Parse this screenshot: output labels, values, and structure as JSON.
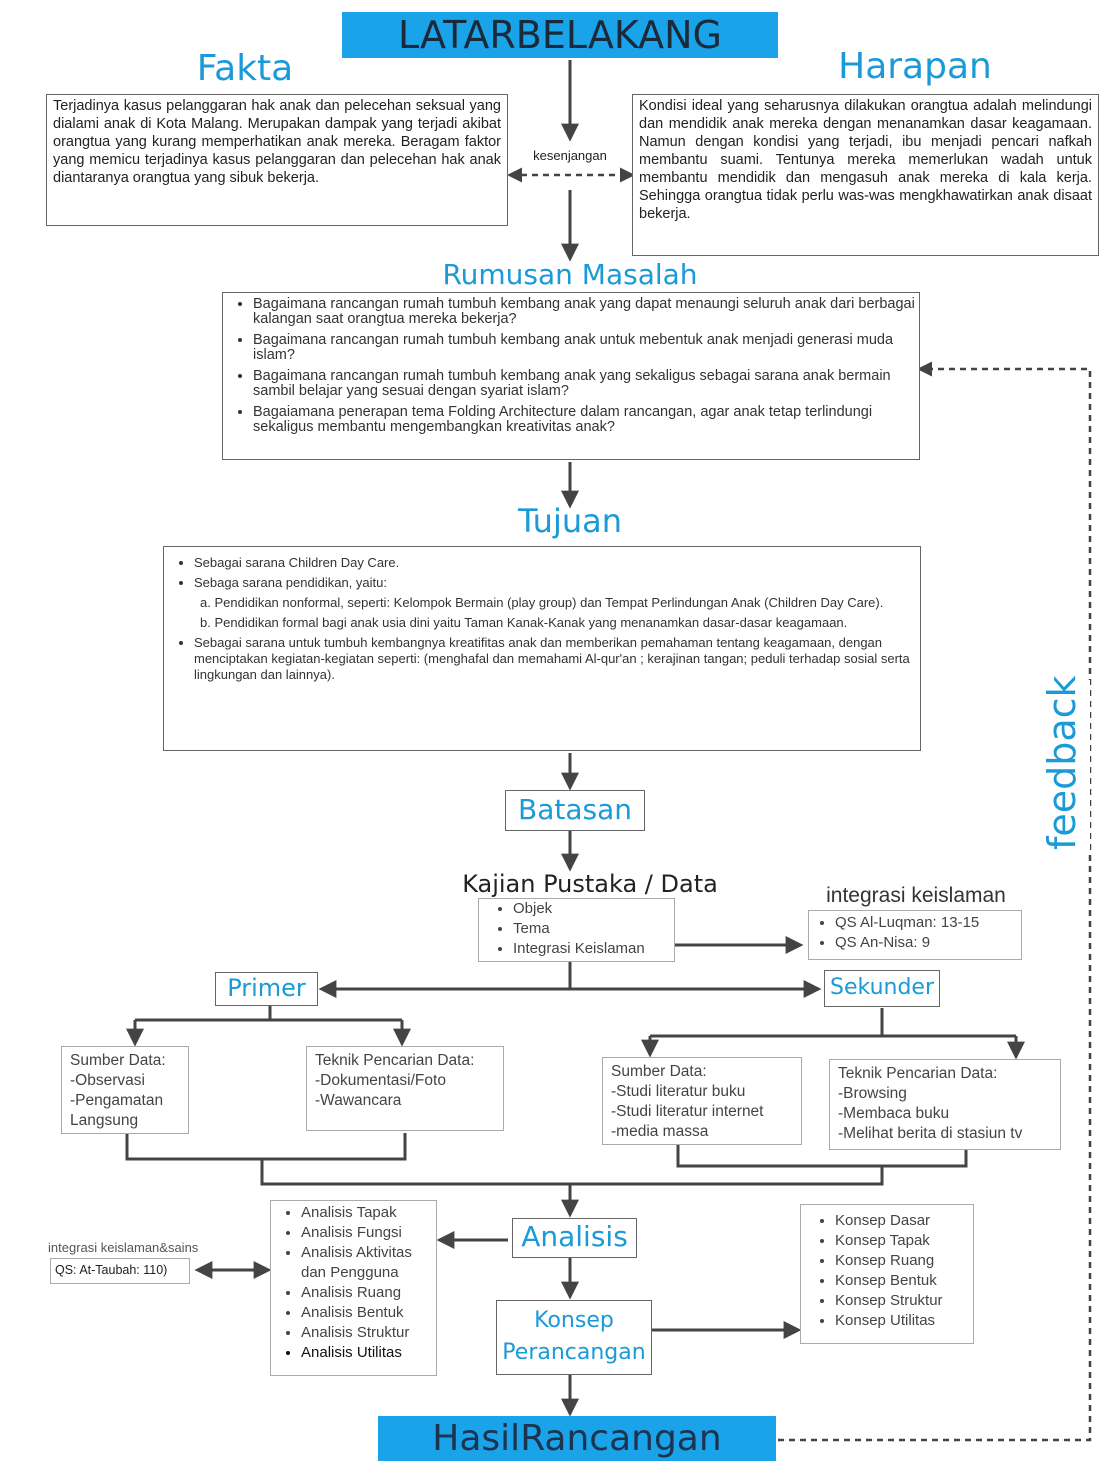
{
  "caption": "",
  "latar_belakang": "LATARBELAKANG",
  "fakta": {
    "title": "Fakta",
    "text": "Terjadinya kasus pelanggaran hak anak dan pelecehan seksual yang dialami anak di Kota Malang. Merupakan dampak yang terjadi akibat orangtua yang kurang memperhatikan anak mereka. Beragam faktor yang memicu terjadinya kasus pelanggaran dan pelecehan hak anak diantaranya orangtua yang sibuk bekerja."
  },
  "harapan": {
    "title": "Harapan",
    "text": "Kondisi ideal yang seharusnya dilakukan orangtua adalah melindungi dan mendidik anak mereka dengan menanamkan dasar keagamaan. Namun dengan kondisi yang terjadi, ibu menjadi pencari nafkah membantu suami. Tentunya mereka memerlukan wadah untuk membantu mendidik dan mengasuh anak mereka di kala kerja. Sehingga orangtua tidak perlu was-was mengkhawatirkan anak disaat bekerja."
  },
  "kesenjangan": "kesenjangan",
  "rumusan": {
    "title": "Rumusan Masalah",
    "items": [
      "Bagaimana rancangan rumah tumbuh kembang anak yang dapat menaungi seluruh anak dari berbagai kalangan saat orangtua mereka bekerja?",
      "Bagaimana rancangan rumah tumbuh kembang anak untuk mebentuk anak menjadi generasi muda islam?",
      "Bagaimana rancangan rumah tumbuh kembang anak yang sekaligus sebagai sarana anak bermain sambil belajar yang sesuai dengan syariat islam?",
      "Bagaiamana penerapan tema Folding Architecture dalam rancangan, agar anak tetap terlindungi sekaligus membantu mengembangkan kreativitas anak?"
    ]
  },
  "tujuan": {
    "title": "Tujuan",
    "item1": "Sebagai sarana Children Day Care.",
    "item2": "Sebaga sarana pendidikan, yaitu:",
    "sub_a": "a. Pendidikan nonformal, seperti: Kelompok Bermain (play group) dan Tempat Perlindungan Anak (Children Day Care).",
    "sub_b": "b. Pendidikan formal bagi anak usia dini yaitu Taman Kanak-Kanak yang menanamkan dasar-dasar keagamaan.",
    "item3": "Sebagai sarana untuk tumbuh kembangnya kreatifitas anak dan memberikan pemahaman tentang keagamaan, dengan menciptakan kegiatan-kegiatan seperti: (menghafal dan memahami Al-qur'an ; kerajinan tangan; peduli terhadap sosial serta lingkungan dan lainnya)."
  },
  "batasan": "Batasan",
  "kajian": {
    "title": "Kajian Pustaka / Data",
    "items": [
      "Objek",
      "Tema",
      "Integrasi Keislaman"
    ]
  },
  "integrasi": {
    "title": "integrasi keislaman",
    "items": [
      "QS Al-Luqman: 13-15",
      "QS An-Nisa: 9"
    ]
  },
  "primer": "Primer",
  "sekunder": "Sekunder",
  "primer_sumber": [
    "Sumber Data:",
    "-Observasi",
    "-Pengamatan Langsung"
  ],
  "primer_teknik": [
    "Teknik Pencarian Data:",
    "-Dokumentasi/Foto",
    "-Wawancara"
  ],
  "sekunder_sumber": [
    "Sumber Data:",
    "-Studi literatur buku",
    "-Studi literatur internet",
    "-media massa"
  ],
  "sekunder_teknik": [
    "Teknik Pencarian Data:",
    "-Browsing",
    "-Membaca buku",
    "-Melihat berita di stasiun tv"
  ],
  "analisis_list": [
    "Analisis Tapak",
    "Analisis Fungsi",
    "Analisis Aktivitas dan Pengguna",
    "Analisis Ruang",
    "Analisis Bentuk",
    "Analisis Struktur",
    "Analisis Utilitas"
  ],
  "integrasi_sains": {
    "label": "integrasi keislaman&sains",
    "ref": "QS: At-Taubah: 110)"
  },
  "analisis": "Analisis",
  "konsep_perancangan": {
    "line1": "Konsep",
    "line2": "Perancangan"
  },
  "konsep_list": [
    "Konsep Dasar",
    "Konsep Tapak",
    "Konsep Ruang",
    "Konsep Bentuk",
    "Konsep Struktur",
    "Konsep Utilitas"
  ],
  "hasil": {
    "part1": "Hasil",
    "part2": "Rancangan"
  },
  "feedback": "feedback",
  "colors": {
    "accent": "#1a9ad6",
    "banner": "#1aa3e8",
    "line": "#555555"
  }
}
